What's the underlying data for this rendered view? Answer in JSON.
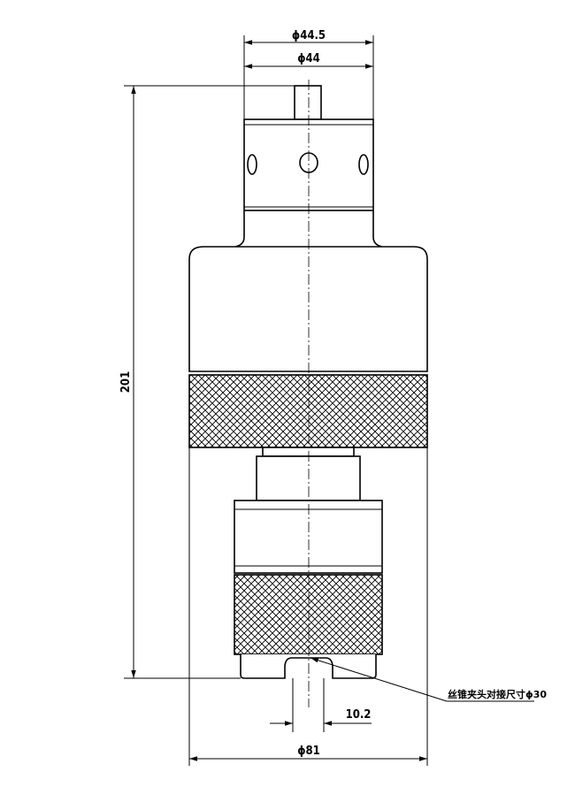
{
  "dimensions": {
    "top_outer_diameter": "ϕ44.5",
    "top_inner_diameter": "ϕ44",
    "overall_height": "201",
    "slot_width": "10.2",
    "base_diameter": "ϕ81"
  },
  "annotation": "丝锥夹头对接尺寸ϕ30"
}
